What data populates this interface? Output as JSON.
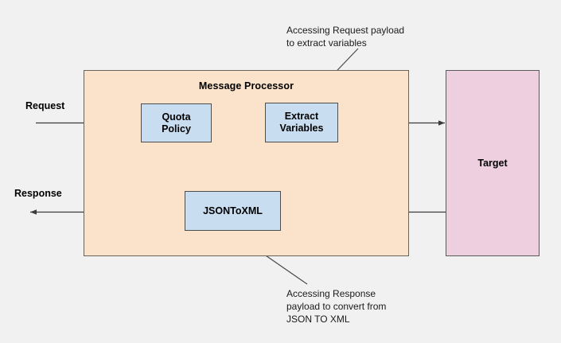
{
  "diagram": {
    "title": "Message Processor",
    "background_color": "#f1f1f1",
    "panel": {
      "label": "Message Processor",
      "fill": "#fbe2ca",
      "stroke": "#6b6357"
    },
    "nodes": [
      {
        "id": "quota",
        "label": "Quota\nPolicy",
        "fill": "#c9ddf1",
        "stroke": "#4d4d4d"
      },
      {
        "id": "extract",
        "label": "Extract\nVariables",
        "fill": "#c9ddf1",
        "stroke": "#4d4d4d"
      },
      {
        "id": "json",
        "label": "JSONToXML",
        "fill": "#c9ddf1",
        "stroke": "#4d4d4d"
      },
      {
        "id": "target",
        "label": "Target",
        "fill": "#edcfe0",
        "stroke": "#5b5b5b"
      }
    ],
    "edge_labels": {
      "request": "Request",
      "response": "Response"
    },
    "annotations": [
      {
        "id": "request-payload",
        "text": "Accessing Request payload\nto extract variables",
        "points_to": "extract"
      },
      {
        "id": "response-payload",
        "text": "Accessing Response\npayload to convert from\nJSON TO XML",
        "points_to": "json"
      }
    ],
    "flow": {
      "request_path": "Request → Quota Policy → Extract Variables → Target",
      "response_path": "Target → JSONToXML → Response"
    }
  }
}
